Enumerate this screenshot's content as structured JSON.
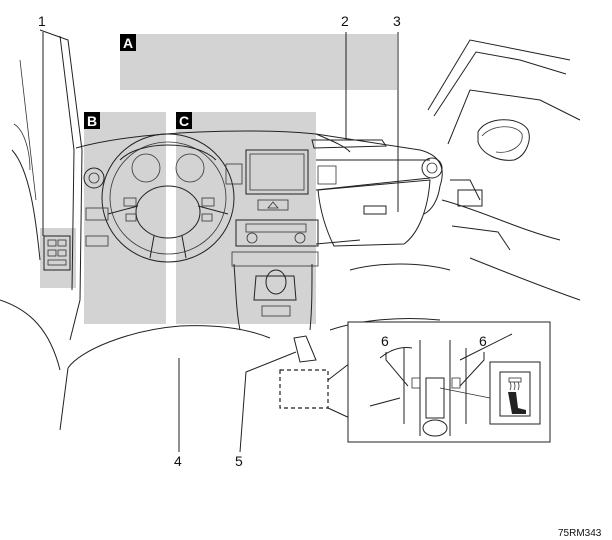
{
  "figure": {
    "code": "75RM343",
    "area_tags": {
      "a": "A",
      "b": "B",
      "c": "C"
    },
    "callouts": {
      "c1": "1",
      "c2": "2",
      "c3": "3",
      "c4": "4",
      "c5": "5",
      "c6_left": "6",
      "c6_right": "6"
    }
  },
  "colors": {
    "panel": "#d3d3d3",
    "line": "#222222",
    "tag_bg": "#000000"
  },
  "icons": [
    "steering-wheel-icon",
    "seat-heater-icon",
    "glove-box-icon",
    "door-window-switch-icon"
  ]
}
